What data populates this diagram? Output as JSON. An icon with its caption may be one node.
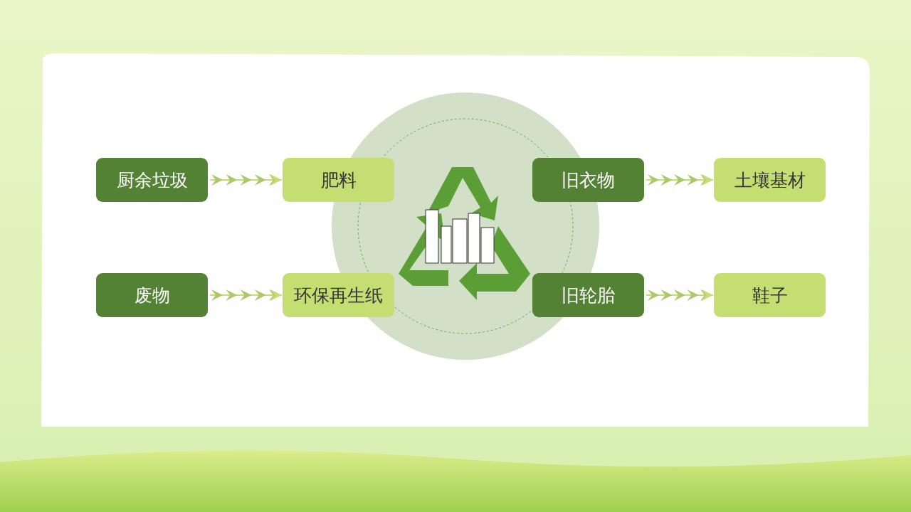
{
  "diagram": {
    "nodes": [
      {
        "text": [
          "厨余垃圾"
        ]
      },
      {
        "text": [
          "肥料"
        ]
      },
      {
        "text": [
          "旧衣物"
        ]
      },
      {
        "text": [
          "土壤基材"
        ]
      },
      {
        "text": [
          "废物"
        ]
      },
      {
        "text": [
          "环保再生纸"
        ]
      },
      {
        "text": [
          "旧轮胎"
        ]
      },
      {
        "text": [
          "鞋子"
        ]
      }
    ],
    "edges": [
      {
        "from": 0,
        "to": 1,
        "arrow": "to"
      },
      {
        "from": 2,
        "to": 3,
        "arrow": "to"
      },
      {
        "from": 4,
        "to": 5,
        "arrow": "to"
      },
      {
        "from": 6,
        "to": 7,
        "arrow": "to"
      }
    ]
  }
}
